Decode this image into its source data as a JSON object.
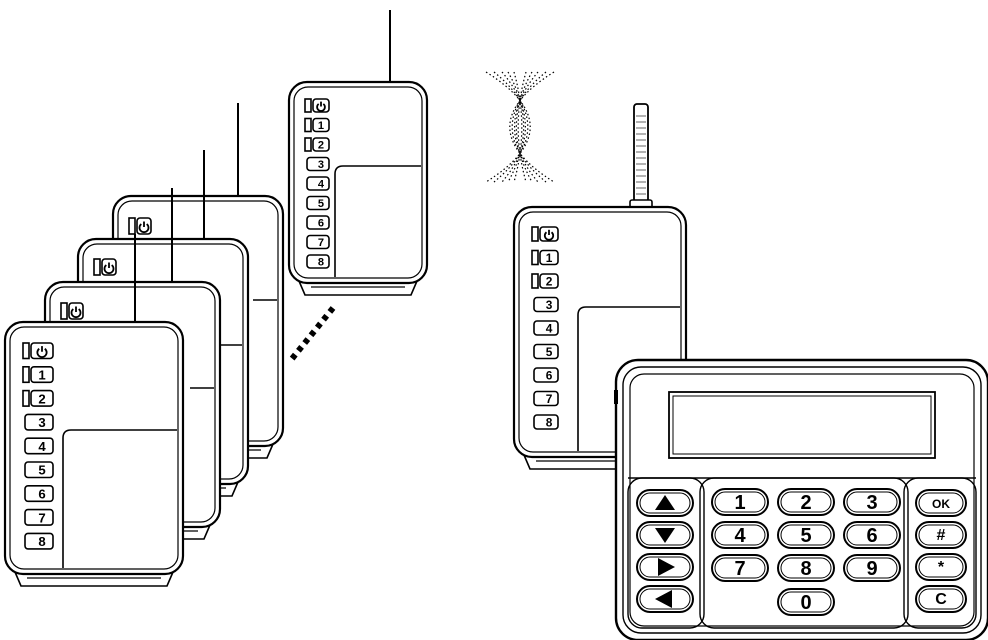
{
  "modules": [
    {
      "id": "module-1"
    },
    {
      "id": "module-2"
    },
    {
      "id": "module-3"
    },
    {
      "id": "module-4"
    }
  ],
  "zone_labels": [
    "1",
    "2",
    "3",
    "4",
    "5",
    "6",
    "7",
    "8"
  ],
  "remote_module": {
    "id": "remote-module"
  },
  "base_unit": {
    "id": "base-unit"
  },
  "keypad": {
    "arrow_keys": [
      "up",
      "down",
      "right",
      "left"
    ],
    "number_keys": [
      "1",
      "2",
      "3",
      "4",
      "5",
      "6",
      "7",
      "8",
      "9",
      "0"
    ],
    "function_keys": [
      "OK",
      "#",
      "*",
      "C"
    ]
  },
  "icons": {
    "power": "power-icon",
    "radio_signal": "radio-signal-icon"
  },
  "colors": {
    "line": "#000000",
    "background": "#ffffff"
  }
}
